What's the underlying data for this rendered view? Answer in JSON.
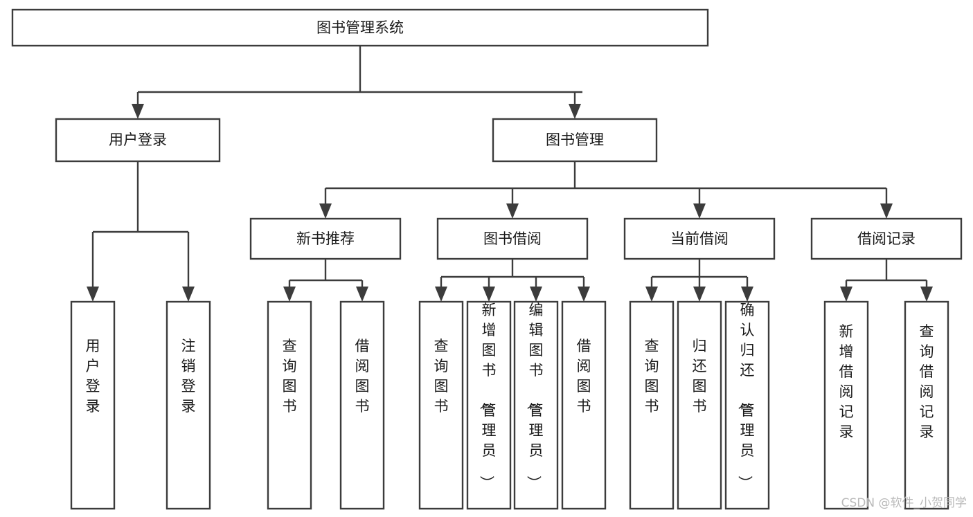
{
  "diagram": {
    "title": "图书管理系统",
    "type": "tree-hierarchy-diagram",
    "colors": {
      "stroke": "#3c3c3c",
      "box_fill": "#ffffff",
      "text": "#1a1a1a",
      "background": "#ffffff",
      "watermark": "#b9b9b9"
    },
    "root": {
      "label": "图书管理系统"
    },
    "level2": [
      {
        "label": "用户登录"
      },
      {
        "label": "图书管理"
      }
    ],
    "level3": [
      {
        "label": "新书推荐"
      },
      {
        "label": "图书借阅"
      },
      {
        "label": "当前借阅"
      },
      {
        "label": "借阅记录"
      }
    ],
    "leaves": {
      "user_login": [
        {
          "label": "用户登录"
        },
        {
          "label": "注销登录"
        }
      ],
      "new_book_recommend": [
        {
          "label": "查询图书"
        },
        {
          "label": "借阅图书"
        }
      ],
      "book_borrow": [
        {
          "label": "查询图书"
        },
        {
          "label": "新增图书（管理员）"
        },
        {
          "label": "编辑图书（管理员）"
        },
        {
          "label": "借阅图书"
        }
      ],
      "current_borrow": [
        {
          "label": "查询图书"
        },
        {
          "label": "归还图书"
        },
        {
          "label": "确认归还（管理员）"
        }
      ],
      "borrow_record": [
        {
          "label": "新增借阅记录"
        },
        {
          "label": "查询借阅记录"
        }
      ]
    }
  },
  "watermark": {
    "text": "CSDN @软件_小贺同学"
  }
}
